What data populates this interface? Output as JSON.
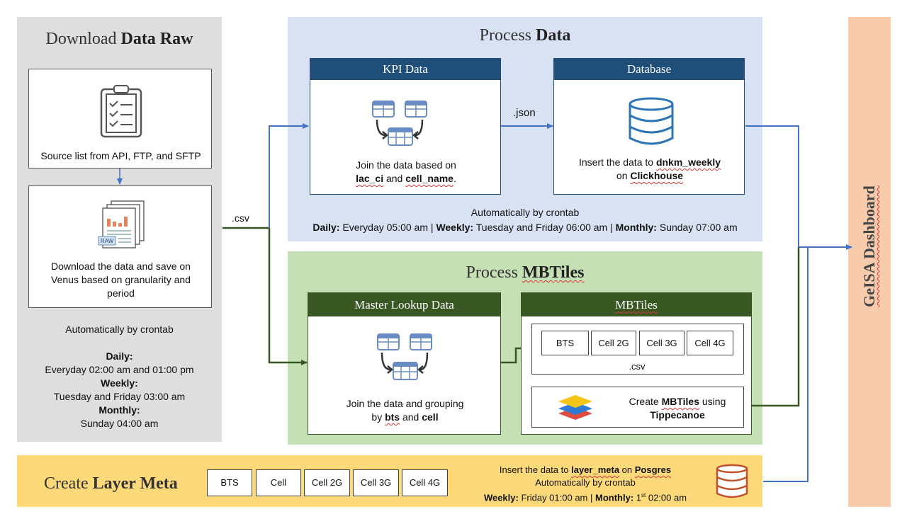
{
  "download": {
    "title_plain": "Download ",
    "title_bold": "Data Raw",
    "source_text": "Source list from API, FTP, and SFTP",
    "download_text": "Download the data and save on Venus  based on granularity and period",
    "icon_label": "RAW",
    "schedule_intro": "Automatically by crontab",
    "daily_label": "Daily:",
    "daily_value": "Everyday 02:00 am and 01:00 pm",
    "weekly_label": "Weekly:",
    "weekly_value": "Tuesday and Friday 03:00 am",
    "monthly_label": "Monthly:",
    "monthly_value": "Sunday 04:00 am"
  },
  "csv_label": ".csv",
  "process_data": {
    "title_plain": "Process ",
    "title_bold": "Data",
    "kpi_header": "KPI Data",
    "kpi_text_1": "Join the data based on",
    "kpi_key_1": "lac_ci",
    "kpi_and": " and ",
    "kpi_key_2": "cell_name",
    "kpi_end": ".",
    "json_label": ".json",
    "db_header": "Database",
    "db_text_1": "Insert the data to ",
    "db_table": "dnkm_weekly",
    "db_text_2": "on ",
    "db_engine": "Clickhouse",
    "schedule_intro": "Automatically by crontab",
    "daily_label": "Daily:",
    "daily_value": " Everyday 05:00 am | ",
    "weekly_label": "Weekly:",
    "weekly_value": " Tuesday and Friday 06:00 am | ",
    "monthly_label": "Monthly:",
    "monthly_value": " Sunday 07:00 am"
  },
  "process_mbtiles": {
    "title_plain": "Process ",
    "title_bold": "MBTiles",
    "master_header": "Master Lookup Data",
    "master_text_1": "Join the data and grouping",
    "master_text_2": "by ",
    "master_key_1": "bts",
    "master_and": " and ",
    "master_key_2": "cell",
    "mbtiles_header": "MBTiles",
    "cells": [
      "BTS",
      "Cell 2G",
      "Cell 3G",
      "Cell 4G"
    ],
    "csv_label": ".csv",
    "create_text_1": "Create ",
    "create_bold": "MBTiles",
    "create_text_2": " using",
    "create_tool": "Tippecanoe"
  },
  "layer_meta": {
    "title_plain": "Create ",
    "title_bold": "Layer Meta",
    "cells": [
      "BTS",
      "Cell",
      "Cell 2G",
      "Cell 3G",
      "Cell 4G"
    ],
    "insert_text_1": "Insert the data to ",
    "insert_table": "layer_meta",
    "insert_text_2": " on ",
    "insert_db": "Posgres",
    "schedule_intro": "Automatically by crontab",
    "weekly_label": "Weekly:",
    "weekly_value": " Friday 01:00 am | ",
    "monthly_label": "Monthly:",
    "monthly_value": " 1",
    "monthly_sup": "st",
    "monthly_time": "  02:00 am"
  },
  "dashboard": {
    "title": "GeISA Dashboard"
  },
  "colors": {
    "download_bg": "#dedede",
    "process_data_bg": "#d9e2f3",
    "process_data_header": "#1f4e79",
    "process_mbtiles_bg": "#c5e0b4",
    "process_mbtiles_header": "#385723",
    "layer_meta_bg": "#fdd97a",
    "dashboard_bg": "#f8cbad",
    "blue_arrow": "#4472c4",
    "green_arrow": "#375623"
  }
}
